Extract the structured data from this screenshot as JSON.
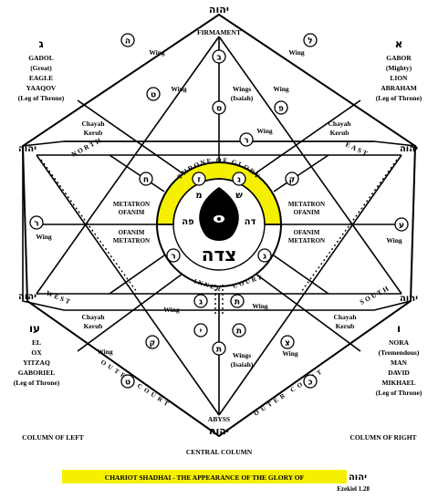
{
  "top": {
    "tetragrammaton": "יהוה",
    "firmament": "FIRMAMENT"
  },
  "left_upper": {
    "letter": "ג",
    "lines": [
      "GADOL",
      "(Great)",
      "EAGLE",
      "YAAQOV",
      "(Leg of Throne)"
    ]
  },
  "right_upper": {
    "letter": "א",
    "lines": [
      "GABOR",
      "(Mighty)",
      "LION",
      "ABRAHAM",
      "(Leg of Throne)"
    ]
  },
  "left_lower": {
    "letter": "עו",
    "lines": [
      "EL",
      "OX",
      "YITZAQ",
      "GABORIEL",
      "(Leg of Throne)"
    ]
  },
  "right_lower": {
    "letter": "ו",
    "lines": [
      "NORA",
      "(Tremendous)",
      "MAN",
      "DAVID",
      "MIKHAEL",
      "(Leg of Throne)"
    ]
  },
  "labels": {
    "wing": "Wing",
    "wings_isaiah_top": [
      "Wings",
      "(Isaiah)"
    ],
    "wings_isaiah_bottom": [
      "Wings",
      "(Isaiah)"
    ],
    "chayah_kerub": [
      "Chayah",
      "Kerub"
    ],
    "metatron_ofanim": [
      "METATRON",
      "OFANIM"
    ],
    "ofanim_metatron": [
      "OFANIM",
      "METATRON"
    ],
    "north": "NORTH",
    "east": "EAST",
    "west": "WEST",
    "south": "SOUTH",
    "throne_of_glory": "THRONE OF GLORY",
    "inner_court": [
      "INNER",
      "COURT"
    ],
    "outer_court_left": "OUTER COURT",
    "outer_court_right": "OUTER COURT",
    "abyss": "ABYSS",
    "central_column": "CENTRAL COLUMN",
    "column_of_left": "COLUMN OF LEFT",
    "column_of_right": "COLUMN OF RIGHT"
  },
  "hebrew": {
    "corner_name": "יהוה",
    "throne_letters": [
      "מ",
      "א",
      "ש"
    ],
    "left_pair": "פה",
    "right_pair": "דה",
    "center_big": "צדה",
    "abyss_name": "יהוה",
    "path_letters": [
      "ה",
      "ל",
      "ט",
      "ב",
      "ר",
      "פ",
      "ח",
      "ק",
      "ר",
      "ע",
      "ז",
      "נ",
      "ס",
      "ג",
      "ת",
      "ק",
      "ת",
      "צ",
      "ר",
      "ג",
      "ט",
      "כ",
      "י",
      "ת"
    ]
  },
  "footer": {
    "caption": "CHARIOT SHADHAI - THE APPEARANCE OF THE GLORY OF",
    "caption_name": "יהוה",
    "reference": "Ezekiel 1.28"
  },
  "colors": {
    "highlight": "#f5f000",
    "ink": "#000000",
    "paper": "#ffffff"
  }
}
